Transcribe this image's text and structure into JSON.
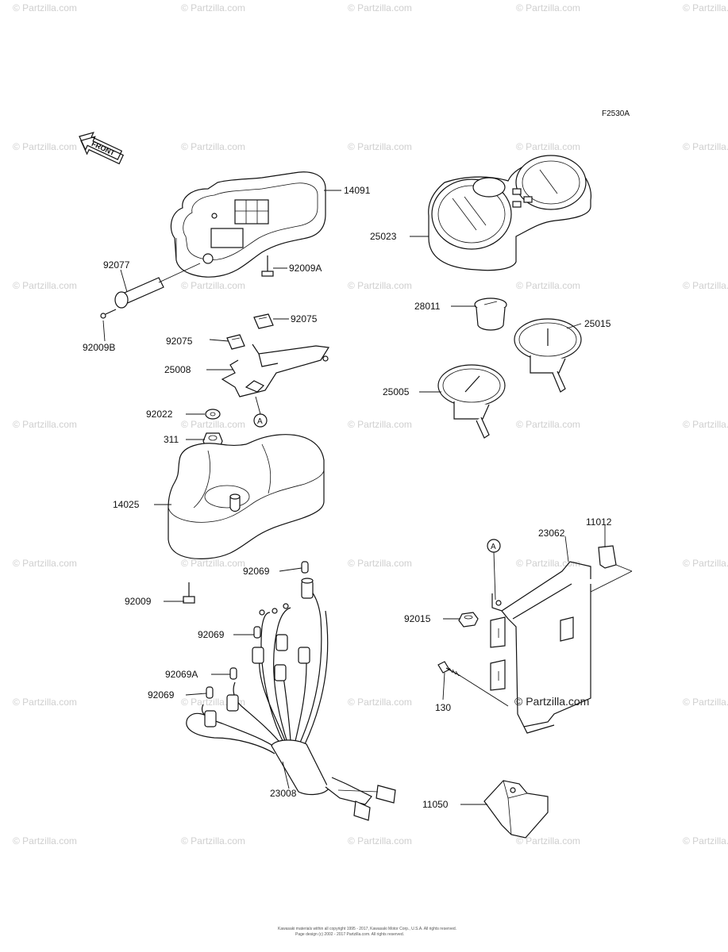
{
  "figure_code": "F2530A",
  "front_arrow_text": "FRONT",
  "ref_marker": "A",
  "watermark_text": "© Partzilla.com",
  "brand_watermark": "© Partzilla.com",
  "copyright_line1": "Kawasaki materials within all copyright 1995 - 2017, Kawasaki Motor Corp., U.S.A. All rights reserved.",
  "copyright_line2": "Page design (c) 2002 - 2017 Partzilla.com. All rights reserved.",
  "parts": {
    "p14091": "14091",
    "p25023": "25023",
    "p92077": "92077",
    "p92009A": "92009A",
    "p92009B": "92009B",
    "p28011": "28011",
    "p92075a": "92075",
    "p92075b": "92075",
    "p25015": "25015",
    "p25008": "25008",
    "p25005": "25005",
    "p92022": "92022",
    "p311": "311",
    "p14025": "14025",
    "p23062": "23062",
    "p11012": "11012",
    "p92009": "92009",
    "p92069a": "92069",
    "p92015": "92015",
    "p92069b": "92069",
    "p92069A": "92069A",
    "p92069c": "92069",
    "p130": "130",
    "p23008": "23008",
    "p11050": "11050"
  },
  "colors": {
    "line": "#111111",
    "watermark": "#cfcfcf",
    "background": "#ffffff"
  }
}
